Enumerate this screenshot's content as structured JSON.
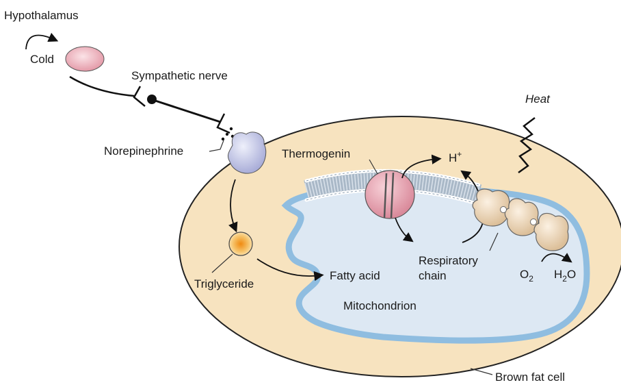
{
  "labels": {
    "hypothalamus": "Hypothalamus",
    "cold": "Cold",
    "sympathetic_nerve": "Sympathetic nerve",
    "norepinephrine": "Norepinephrine",
    "thermogenin": "Thermogenin",
    "h_plus_base": "H",
    "h_plus_sup": "+",
    "heat": "Heat",
    "triglyceride": "Triglyceride",
    "fatty_acid": "Fatty acid",
    "respiratory_line1": "Respiratory",
    "respiratory_line2": "chain",
    "o2_base": "O",
    "o2_sub": "2",
    "h2o_h": "H",
    "h2o_sub": "2",
    "h2o_o": "O",
    "mitochondrion": "Mitochondrion",
    "brown_fat_cell": "Brown fat cell"
  },
  "colors": {
    "cell_fill": "#f7e3bf",
    "cell_stroke": "#222222",
    "mito_fill": "#dde8f3",
    "mito_stroke": "#8fbde0",
    "hypothalamus_fill": "#e9a9b4",
    "receptor_fill": "#c6c9e8",
    "thermogenin_fill": "#e7a6b2",
    "resp_chain_fill": "#f2dcc0",
    "triglyceride_fill": "#f1a028",
    "membrane_fill": "#b9c7d4"
  }
}
